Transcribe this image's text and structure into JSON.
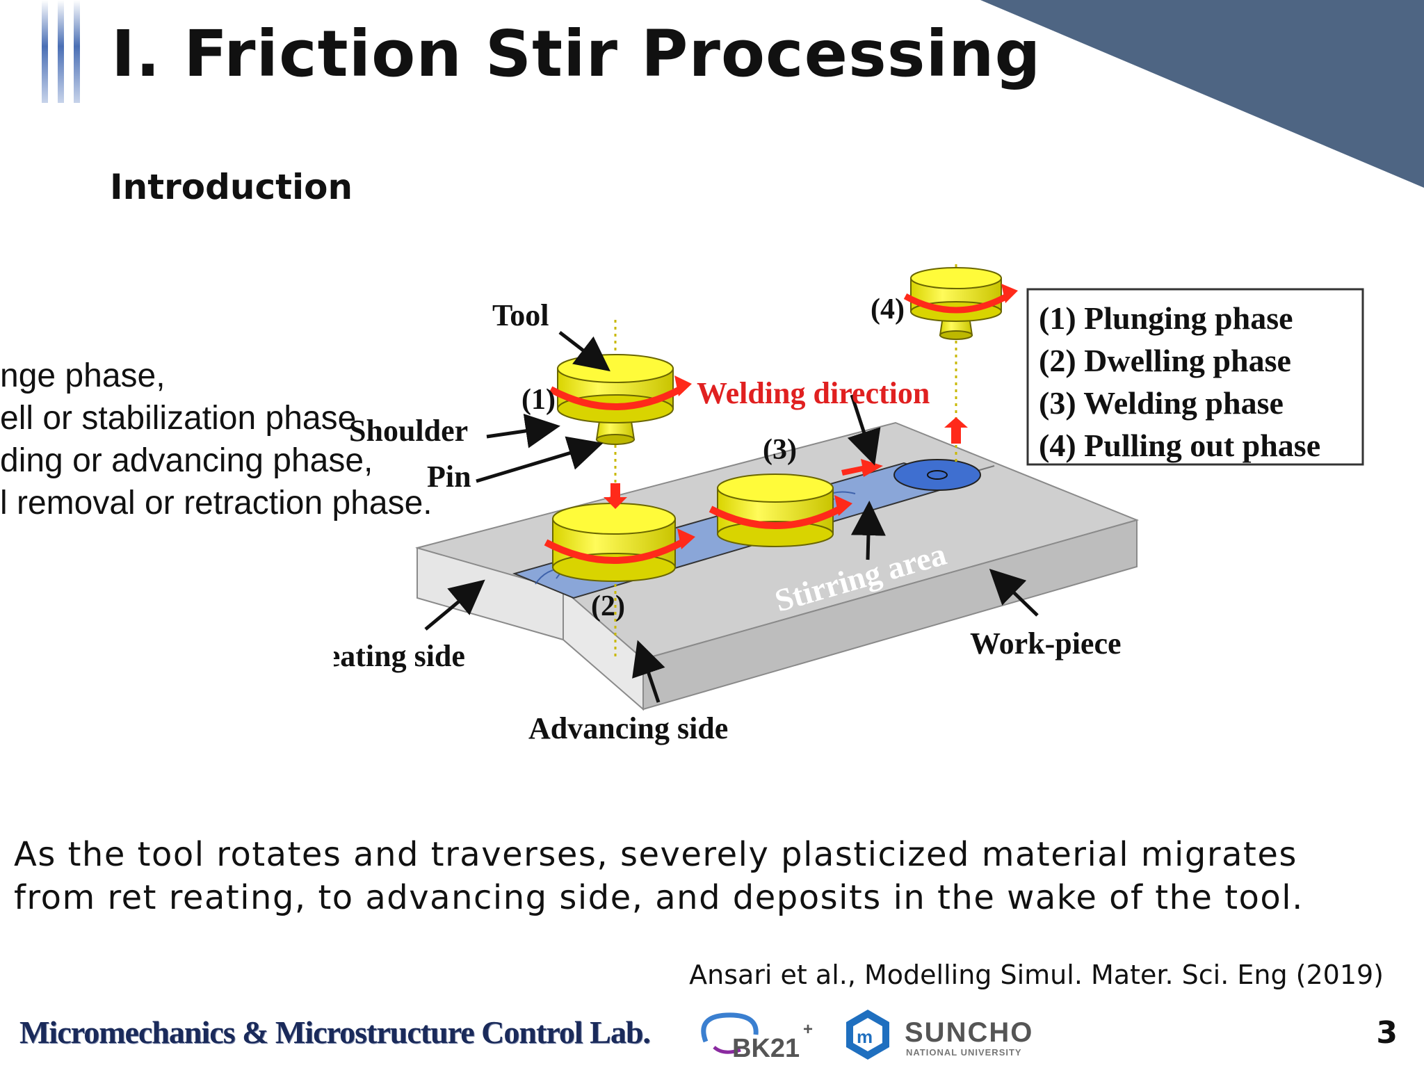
{
  "slide": {
    "title": "I. Friction Stir Processing",
    "subtitle": "Introduction",
    "phase_lines": [
      "nge phase,",
      "ell or stabilization phase",
      "ding or advancing phase,",
      "l removal or retraction phase."
    ],
    "body": "As the tool rotates and traverses, severely plasticized material migrates from ret reating, to advancing side, and deposits in the wake of the tool.",
    "citation": "Ansari et al., Modelling Simul. Mater. Sci. Eng (2019)",
    "page_number": "3"
  },
  "diagram": {
    "labels": {
      "tool": "Tool",
      "shoulder": "Shoulder",
      "pin": "Pin",
      "welding_direction": "Welding direction",
      "stirring_area": "Stirring area",
      "retreating_side": "Retreating side",
      "advancing_side": "Advancing side",
      "work_piece": "Work-piece",
      "marker_1": "(1)",
      "marker_2": "(2)",
      "marker_3": "(3)",
      "marker_4": "(4)"
    },
    "legend": [
      "(1) Plunging phase",
      "(2) Dwelling phase",
      "(3) Welding phase",
      "(4) Pulling out phase"
    ],
    "colors": {
      "tool": "#f2ee1a",
      "rotation_arrow": "#ff2a1a",
      "plate_top": "#cfcfcf",
      "plate_front": "#e6e6e6",
      "plate_side": "#bdbdbd",
      "stir_zone": "#4a78c8",
      "label_red": "#e02020"
    }
  },
  "footer": {
    "lab_name": "Micromechanics & Microstructure Control Lab.",
    "bk21": "BK21",
    "bk21_sup": "+",
    "university": "SUNCHON",
    "university_sub": "NATIONAL UNIVERSITY"
  },
  "theme": {
    "corner": "#4e6583",
    "title_bar_blue": "#4a6fb5"
  }
}
